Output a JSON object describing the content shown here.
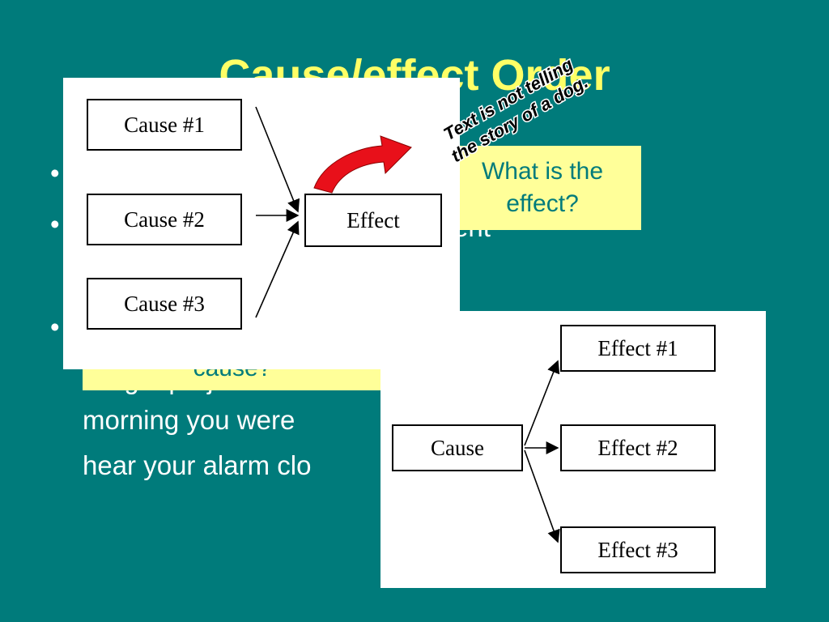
{
  "slide": {
    "title": "Cause/effect Order",
    "bullet_fragments": {
      "line2_tail": "ent",
      "line4": "…ng a project …",
      "line5": "morning you were",
      "line6": "hear your alarm clo"
    }
  },
  "notes": {
    "effect_question": "What is the effect?",
    "cause_question": "cause?"
  },
  "annotation": {
    "line1": "Text is not telling",
    "line2": "the story of a dog."
  },
  "diagram_many_to_one": {
    "causes": [
      "Cause #1",
      "Cause #2",
      "Cause #3"
    ],
    "effect": "Effect"
  },
  "diagram_one_to_many": {
    "cause": "Cause",
    "effects": [
      "Effect #1",
      "Effect #2",
      "Effect #3"
    ]
  },
  "colors": {
    "background": "#007b7b",
    "title": "#ffff66",
    "note_fill": "#ffff99",
    "arrow_red": "#e8101a"
  }
}
